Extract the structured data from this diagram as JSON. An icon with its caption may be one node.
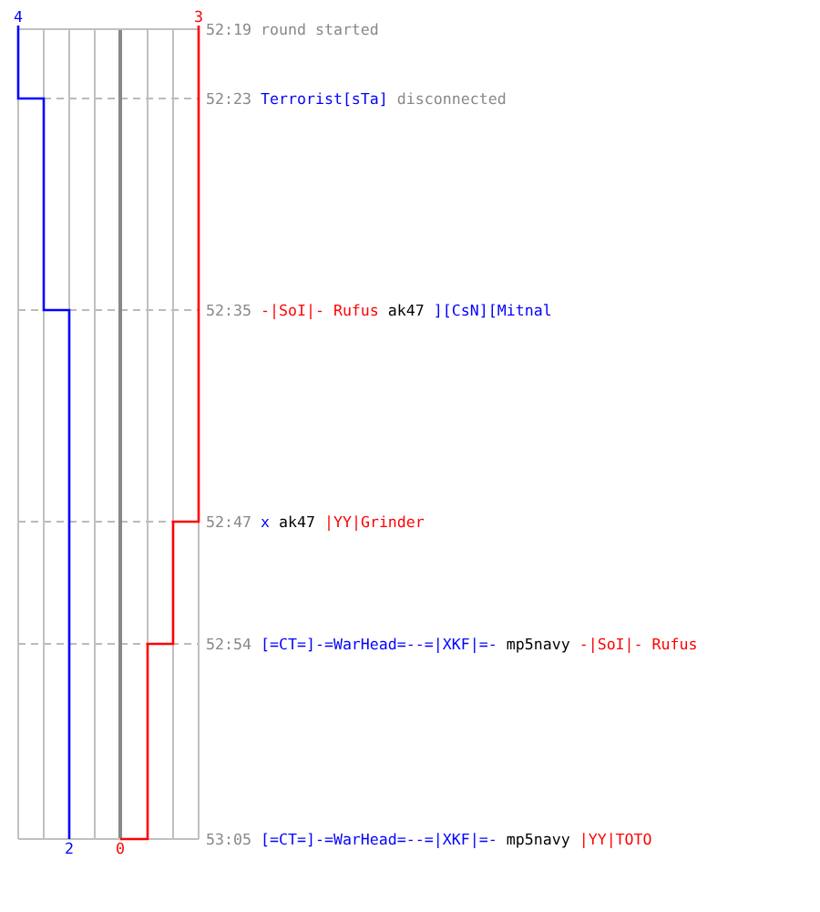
{
  "diagram": {
    "labels": [
      "4",
      "3",
      "52:19",
      "round started",
      "52:23",
      "Terrorist[sTa]",
      "disconnected",
      "52:35",
      "-|SoI|- Rufus",
      "ak47",
      "][CsN][Mitnal",
      "52:47",
      "x",
      "ak47",
      "|YY|Grinder",
      "52:54",
      "[=CT=]-=WarHead=--=|XKF|=-",
      "mp5navy",
      "-|SoI|- Rufus",
      "53:05",
      "[=CT=]-=WarHead=--=|XKF|=-",
      "mp5navy",
      "|YY|TOTO",
      "2",
      "0"
    ]
  }
}
